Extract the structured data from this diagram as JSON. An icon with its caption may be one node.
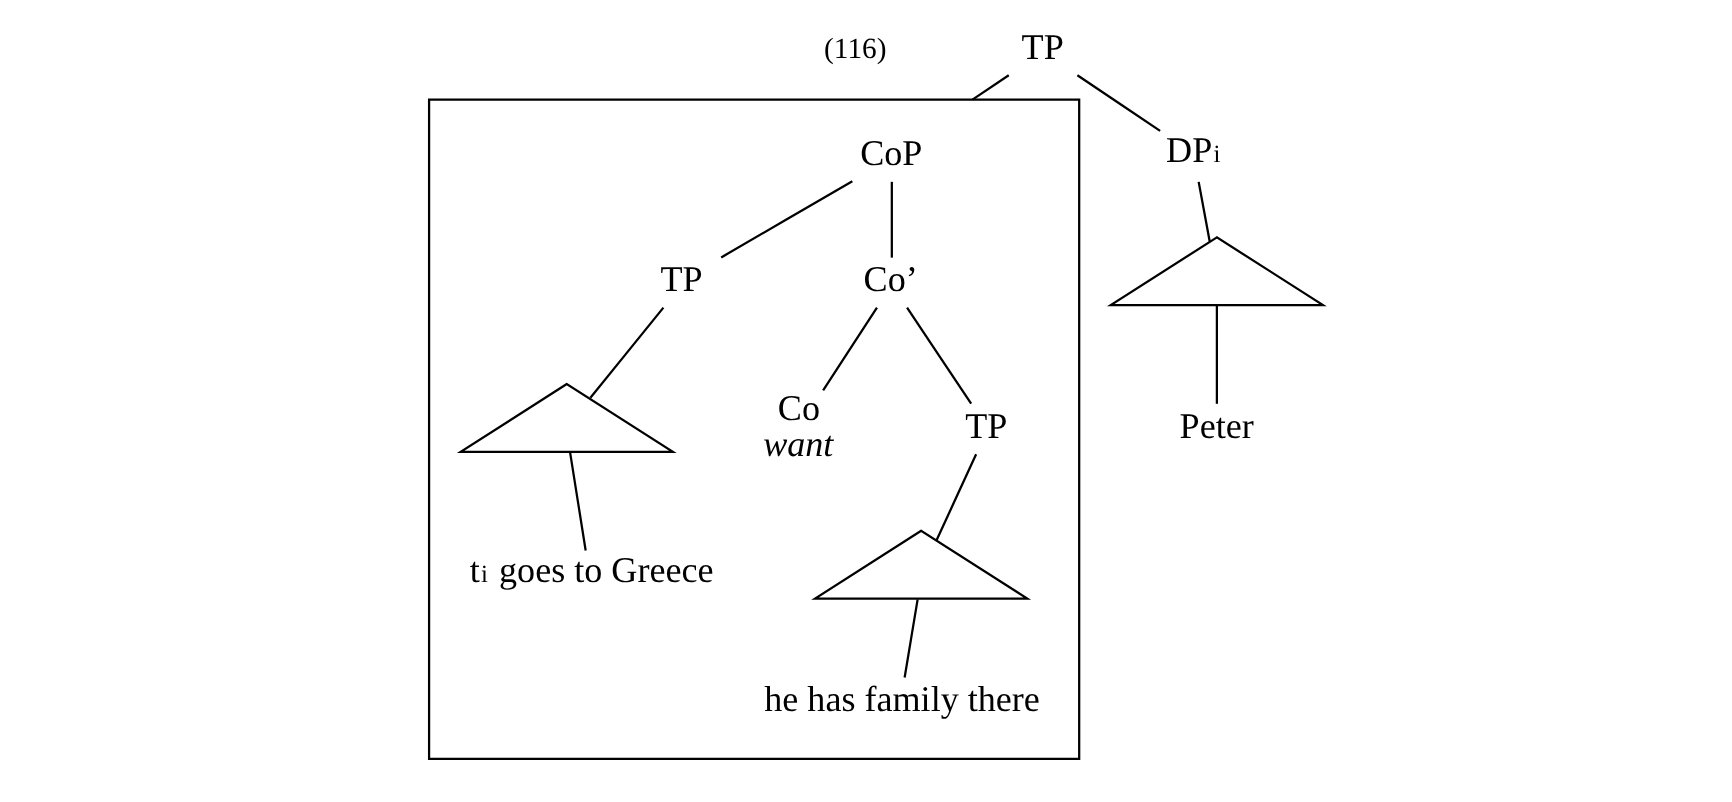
{
  "diagram": {
    "nodes": [
      {
        "text": [
          "TP"
        ]
      },
      {
        "text": [
          "DP$_{i}$"
        ]
      },
      {
        "text": [],
        "shape": "box"
      },
      {
        "text": [
          "CoP"
        ],
        "in": 2
      },
      {
        "text": [],
        "shape": "triangle"
      },
      {
        "text": [
          "Peter"
        ]
      },
      {
        "text": [
          "TP"
        ],
        "in": 2
      },
      {
        "text": [
          "Co’"
        ],
        "in": 2
      },
      {
        "text": [],
        "shape": "triangle",
        "in": 2
      },
      {
        "text": [
          "t$_{i}$ goes to Greece"
        ],
        "in": 2
      },
      {
        "text": [
          "Co",
          "want"
        ],
        "in": 2
      },
      {
        "text": [
          "TP"
        ],
        "in": 2
      },
      {
        "text": [],
        "shape": "triangle",
        "in": 2
      },
      {
        "text": [
          "he has family there"
        ],
        "in": 2
      }
    ],
    "edges": [
      {
        "from": 0,
        "to": 1,
        "arrow": "none"
      },
      {
        "from": 0,
        "to": 2,
        "arrow": "none"
      },
      {
        "from": 1,
        "to": 4,
        "arrow": "none"
      },
      {
        "from": 4,
        "to": 5,
        "arrow": "none"
      },
      {
        "from": 3,
        "to": 6,
        "arrow": "none"
      },
      {
        "from": 3,
        "to": 7,
        "arrow": "none"
      },
      {
        "from": 6,
        "to": 8,
        "arrow": "none"
      },
      {
        "from": 8,
        "to": 9,
        "arrow": "none"
      },
      {
        "from": 7,
        "to": 10,
        "arrow": "none"
      },
      {
        "from": 7,
        "to": 11,
        "arrow": "none"
      },
      {
        "from": 11,
        "to": 12,
        "arrow": "none"
      },
      {
        "from": 12,
        "to": 13,
        "arrow": "none"
      }
    ],
    "labels": [
      "(116)"
    ]
  }
}
